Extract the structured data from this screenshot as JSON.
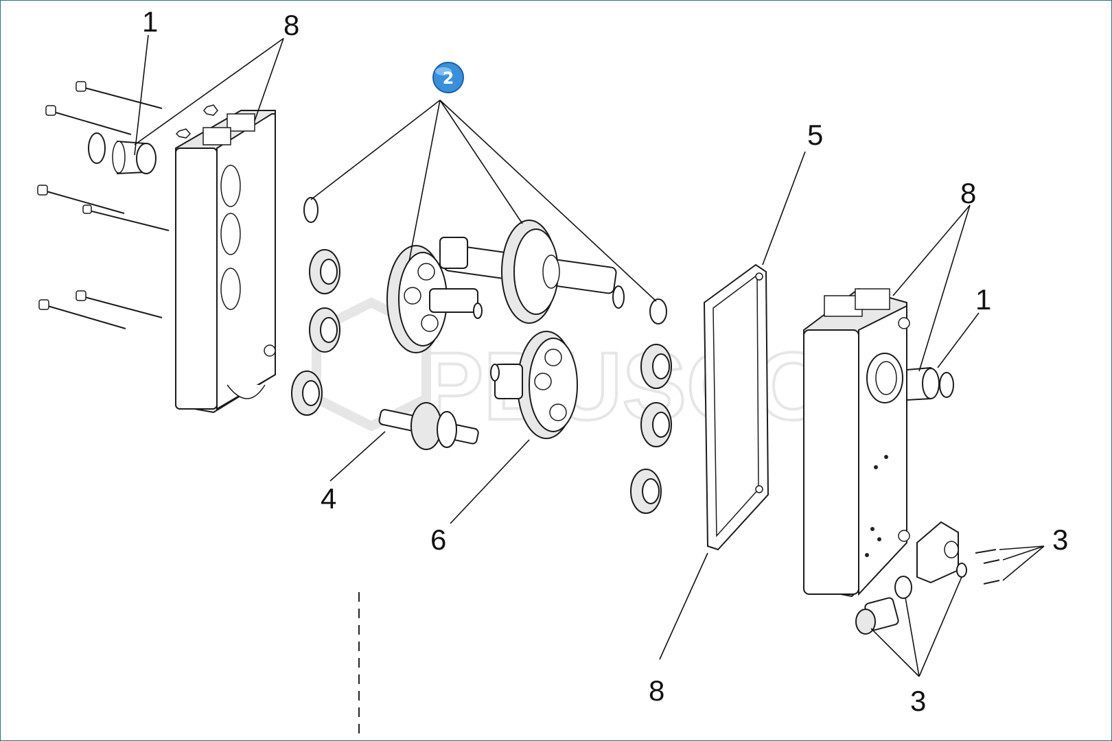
{
  "diagram": {
    "watermark_text": "PDUSCOM",
    "badge": {
      "label": "2",
      "color": "#3a8fd8"
    },
    "callouts": [
      {
        "id": "c1a",
        "label": "1"
      },
      {
        "id": "c8a",
        "label": "8"
      },
      {
        "id": "c5",
        "label": "5"
      },
      {
        "id": "c8b",
        "label": "8"
      },
      {
        "id": "c1b",
        "label": "1"
      },
      {
        "id": "c3a",
        "label": "3"
      },
      {
        "id": "c4",
        "label": "4"
      },
      {
        "id": "c6",
        "label": "6"
      },
      {
        "id": "c8c",
        "label": "8"
      },
      {
        "id": "c3b",
        "label": "3"
      }
    ],
    "colors": {
      "line": "#1a1a1a",
      "frame": "#2a6f7a",
      "watermark": "#e6e6e6"
    }
  }
}
